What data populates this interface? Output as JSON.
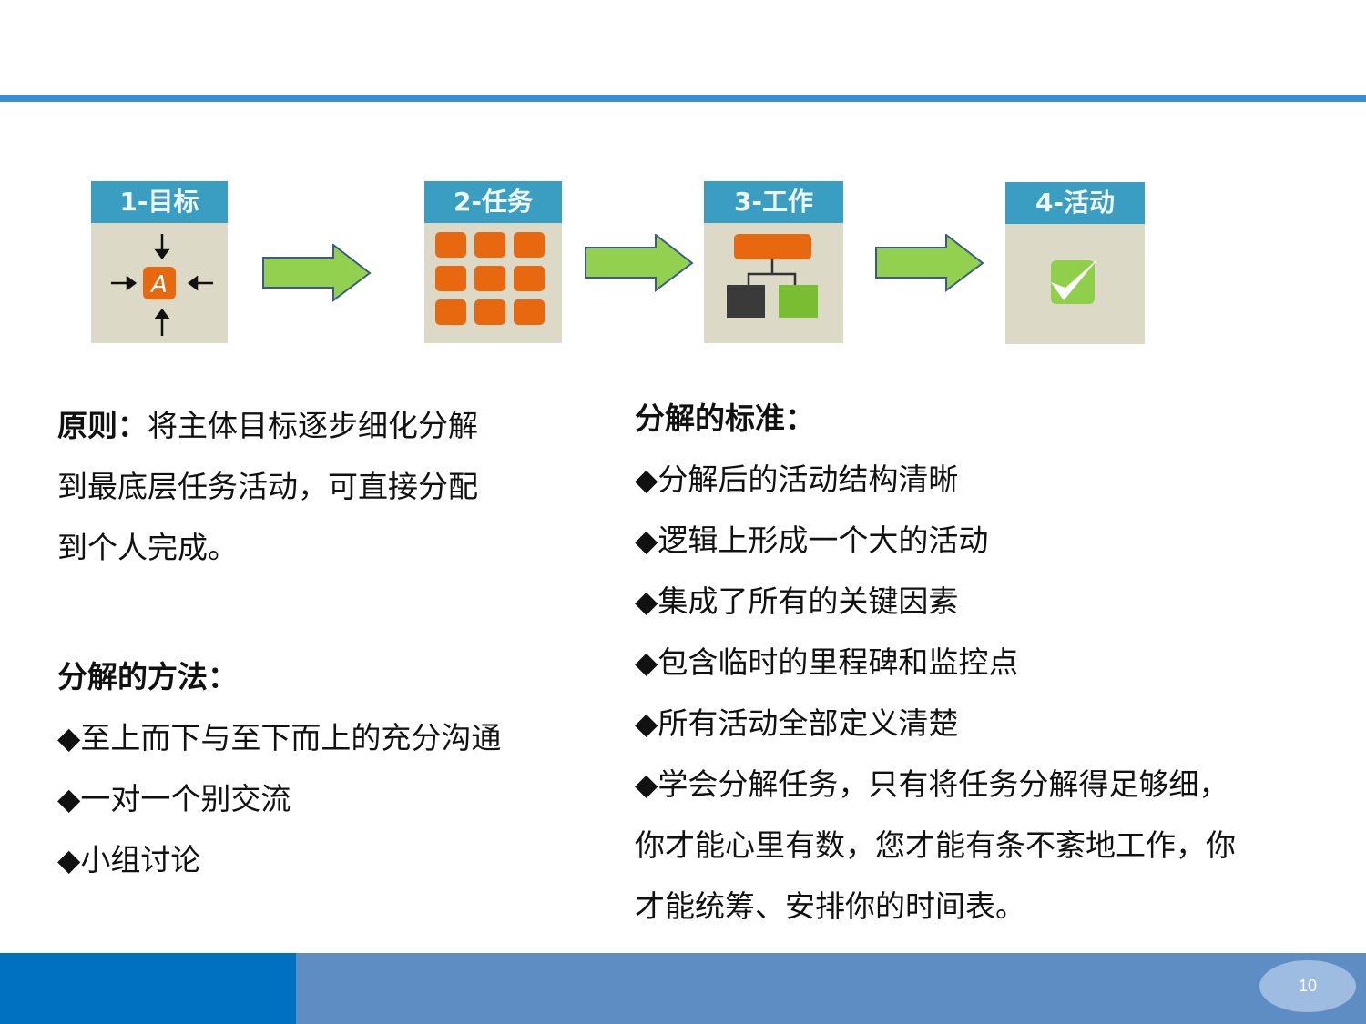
{
  "steps": [
    {
      "label": "1-目标",
      "icon_letter": "A"
    },
    {
      "label": "2-任务"
    },
    {
      "label": "3-工作"
    },
    {
      "label": "4-活动"
    }
  ],
  "principle": {
    "title": "原则：",
    "lines": [
      "将主体目标逐步细化分解",
      "到最底层任务活动，可直接分配",
      "到个人完成。"
    ]
  },
  "methods": {
    "title": "分解的方法：",
    "items": [
      "◆至上而下与至下而上的充分沟通",
      "◆一对一个别交流",
      "◆小组讨论"
    ]
  },
  "standards": {
    "title": "分解的标准：",
    "items": [
      "◆分解后的活动结构清晰",
      "◆逻辑上形成一个大的活动",
      "◆集成了所有的关键因素",
      "◆包含临时的里程碑和监控点",
      "◆所有活动全部定义清楚",
      "◆学会分解任务，只有将任务分解得足够细，",
      "你才能心里有数，您才能有条不紊地工作，你",
      "才能统筹、安排你的时间表。"
    ]
  },
  "page_number": "10",
  "colors": {
    "accent": "#3b8ed0",
    "footer_dark": "#0070c0",
    "footer_light": "#5e8dc4",
    "arrow": "#92d050"
  }
}
